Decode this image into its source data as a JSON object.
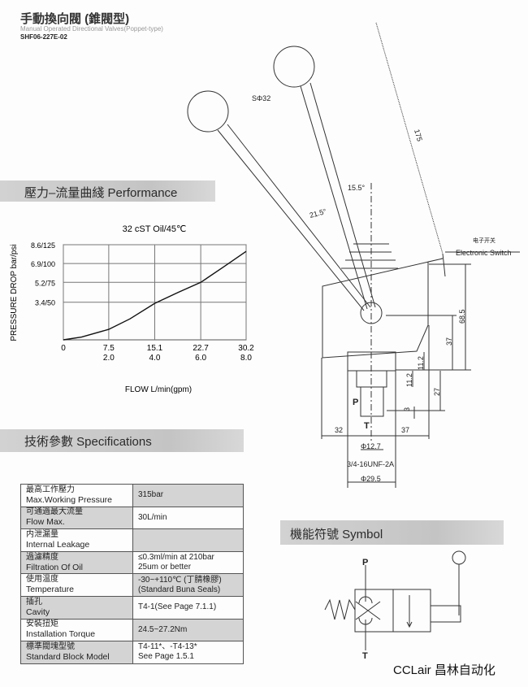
{
  "header": {
    "title": "手動換向閥 (錐閥型)",
    "subtitle": "Manual Operated Directional Valves(Poppet-type)",
    "code": "SHF06-227E-02"
  },
  "performance": {
    "heading": "壓力–流量曲綫 Performance"
  },
  "chart_data": {
    "type": "line",
    "title": "32 cST Oil/45℃",
    "xlabel": "FLOW L/min(gpm)",
    "ylabel": "PRESSURE DROP bar/psi",
    "x_ticks": [
      "0",
      "7.5",
      "15.1",
      "22.7",
      "30.2"
    ],
    "x_ticks_gpm": [
      "",
      "2.0",
      "4.0",
      "6.0",
      "8.0"
    ],
    "y_ticks": [
      "3.4/50",
      "5.2/75",
      "6.9/100",
      "8.6/125"
    ],
    "xlim": [
      0,
      30.2
    ],
    "ylim": [
      0,
      8.6
    ],
    "grid": true,
    "series": [
      {
        "name": "pressure drop",
        "x": [
          0,
          3,
          7.5,
          11,
          15.1,
          19,
          22.7,
          26.5,
          30.2
        ],
        "y": [
          0,
          0.25,
          0.95,
          1.9,
          3.3,
          4.3,
          5.2,
          6.6,
          8.0
        ]
      }
    ]
  },
  "specs": {
    "heading": "技術參數 Specifications",
    "rows": [
      {
        "zh": "最高工作壓力",
        "en": "Max.Working Pressure",
        "value": "315bar"
      },
      {
        "zh": "可通過最大流量",
        "en": "Flow Max.",
        "value": "30L/min"
      },
      {
        "zh": "内泄漏量",
        "en": "Internal Leakage",
        "value": ""
      },
      {
        "zh": "過濾精度",
        "en": "Filtration Of Oil",
        "value": "≤0.3ml/min at 210bar",
        "value2": "25um or better"
      },
      {
        "zh": "使用温度",
        "en": "Temperature",
        "value": "-30~+110℃ (丁腈橡膠)",
        "value2": "(Standard Buna Seals)"
      },
      {
        "zh": "插孔",
        "en": "Cavity",
        "value": "T4-1(See Page 7.1.1)"
      },
      {
        "zh": "安裝扭矩",
        "en": "Installation Torque",
        "value": "24.5~27.2Nm"
      },
      {
        "zh": "標準閥塊型號",
        "en": "Standard Block Model",
        "value": "T4-11*、-T4-13*",
        "value2": "See Page 1.5.1"
      }
    ]
  },
  "drawing": {
    "ball": "SΦ32",
    "length": "175",
    "angle1": "15.5°",
    "angle2": "21.5°",
    "switch_zh": "电子开关",
    "switch_en": "Electronic Switch",
    "d685": "68.5",
    "d37v": "37",
    "d112a": "11.2",
    "d112b": "11.2",
    "d27": "27",
    "d3": "3",
    "d32": "32",
    "d37h": "37",
    "port_p": "P",
    "port_t": "T",
    "phi127": "Φ12.7",
    "thread": "3/4-16UNF-2A",
    "phi295": "Φ29.5"
  },
  "symbol": {
    "heading": "機能符號 Symbol",
    "p": "P",
    "t": "T"
  },
  "footer": {
    "brand": "CCLair 昌林自动化"
  }
}
